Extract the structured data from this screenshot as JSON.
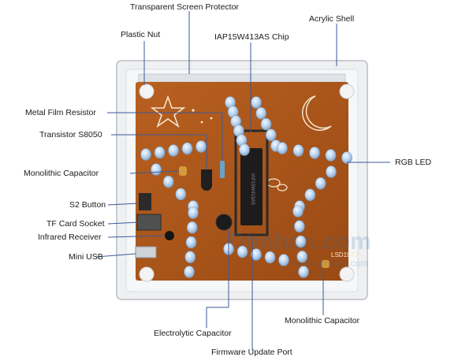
{
  "labels": {
    "transparent_screen_protector": "Transparent Screen Protector",
    "plastic_nut": "Plastic Nut",
    "chip": "IAP15W413AS Chip",
    "acrylic_shell": "Acrylic Shell",
    "metal_film_resistor": "Metal Film Resistor",
    "transistor": "Transistor S8050",
    "monolithic_capacitor_left": "Monolithic Capacitor",
    "rgb_led": "RGB LED",
    "s2_button": "S2 Button",
    "tf_card_socket": "TF Card Socket",
    "infrared_receiver": "Infrared Receiver",
    "mini_usb": "Mini USB",
    "electrolytic_capacitor": "Electrolytic Capacitor",
    "monolithic_capacitor_right": "Monolithic Capacitor",
    "firmware_update_port": "Firmware Update Port"
  },
  "board": {
    "silk_text": "LSD1941A",
    "chip_silk": "IAP15W413AS",
    "watermark_main": "Dtmhan.com",
    "watermark_sub": "www.dtmhan.com"
  },
  "colors": {
    "pcb": "#b0571a",
    "led": "#a9c8e6",
    "callout_line": "#3a5a9a",
    "chip": "#1c1c1c",
    "acrylic": "#e7e9ec"
  }
}
